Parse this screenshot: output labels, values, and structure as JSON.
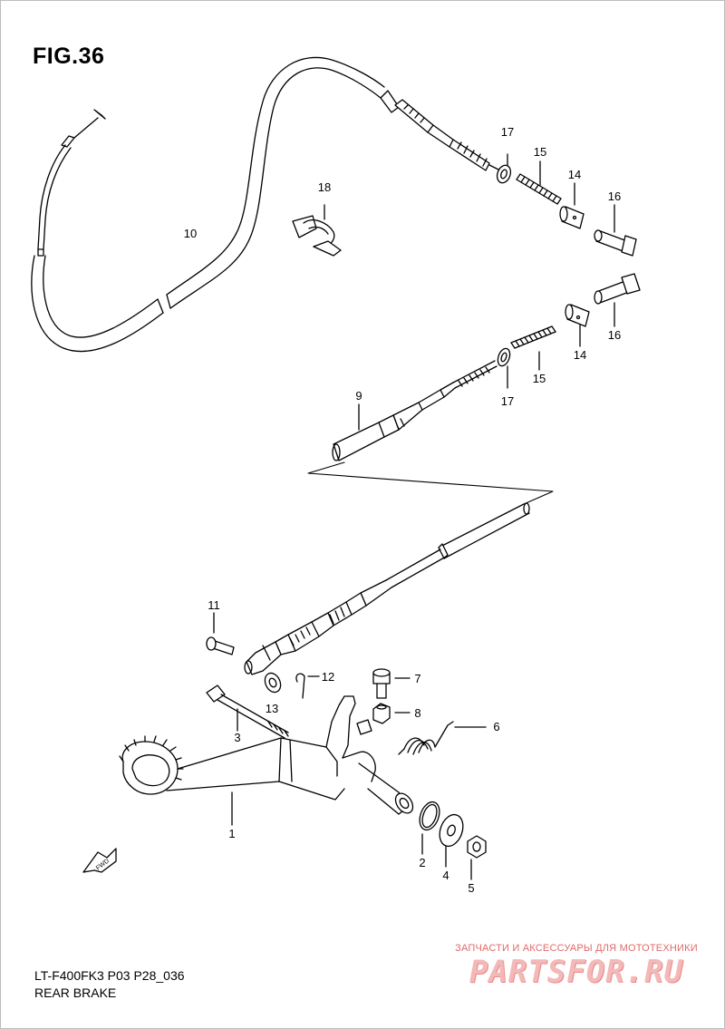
{
  "figure": {
    "title": "FIG.36"
  },
  "callouts": {
    "c1": "1",
    "c2": "2",
    "c3": "3",
    "c4": "4",
    "c5": "5",
    "c6": "6",
    "c7": "7",
    "c8": "8",
    "c9": "9",
    "c10": "10",
    "c11": "11",
    "c12": "12",
    "c13": "13",
    "c14a": "14",
    "c14b": "14",
    "c15a": "15",
    "c15b": "15",
    "c16a": "16",
    "c16b": "16",
    "c17a": "17",
    "c17b": "17",
    "c18": "18"
  },
  "fwd_arrow": {
    "label": "FWD"
  },
  "footer": {
    "code": "LT-F400FK3 P03 P28_036",
    "section": "REAR BRAKE"
  },
  "watermark": {
    "tagline": "ЗАПЧАСТИ И АКСЕССУАРЫ ДЛЯ МОТОТЕХНИКИ",
    "brand": "PARTSFOR.RU"
  }
}
